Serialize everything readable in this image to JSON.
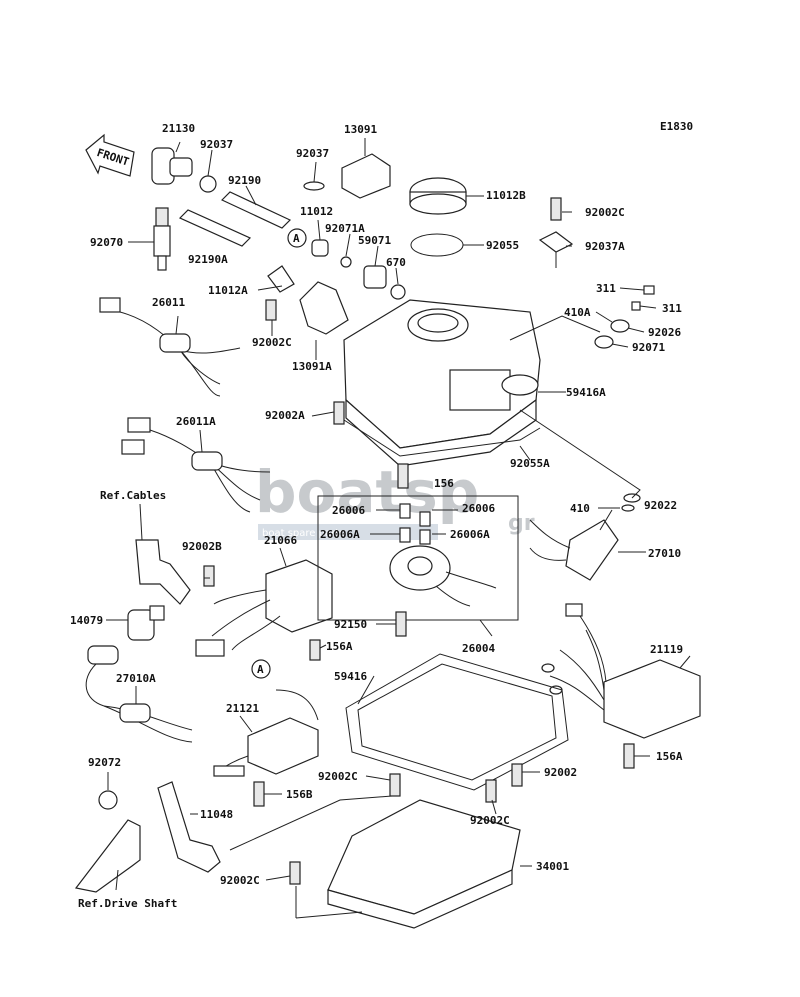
{
  "diagram": {
    "code": "E1830",
    "front_label": "FRONT",
    "watermark": "boatsp",
    "watermark_suffix": "gr",
    "watermark_sub": "boat spare parts",
    "refs": {
      "cables": "Ref.Cables",
      "drive_shaft": "Ref.Drive Shaft"
    },
    "callouts": {
      "a": "A"
    },
    "parts": {
      "p21130": "21130",
      "p92037a1": "92037",
      "p92190": "92190",
      "p92037b": "92037",
      "p13091": "13091",
      "p11012b": "11012B",
      "p92002c_tr": "92002C",
      "p92070": "92070",
      "p92190a": "92190A",
      "p11012": "11012",
      "p92071a": "92071A",
      "p59071": "59071",
      "p92055": "92055",
      "p92037a": "92037A",
      "p670": "670",
      "p311a": "311",
      "p311b": "311",
      "p11012a": "11012A",
      "p26011": "26011",
      "p410a": "410A",
      "p92026": "92026",
      "p92002c_l": "92002C",
      "p92071": "92071",
      "p13091a": "13091A",
      "p59416a": "59416A",
      "p92002a": "92002A",
      "p26011a": "26011A",
      "p92055a": "92055A",
      "p156": "156",
      "p410": "410",
      "p92022": "92022",
      "p26006_l": "26006",
      "p26006_r": "26006",
      "p26006a_l": "26006A",
      "p26006a_r": "26006A",
      "p92002b": "92002B",
      "p21066": "21066",
      "p27010": "27010",
      "p14079": "14079",
      "p92150": "92150",
      "p156a": "156A",
      "p26004": "26004",
      "p21119": "21119",
      "p59416": "59416",
      "p27010a": "27010A",
      "p21121": "21121",
      "p156a_r": "156A",
      "p92072": "92072",
      "p92002c_m": "92002C",
      "p92002": "92002",
      "p156b": "156B",
      "p11048": "11048",
      "p92002c_mr": "92002C",
      "p34001": "34001",
      "p92002c_b": "92002C"
    }
  }
}
